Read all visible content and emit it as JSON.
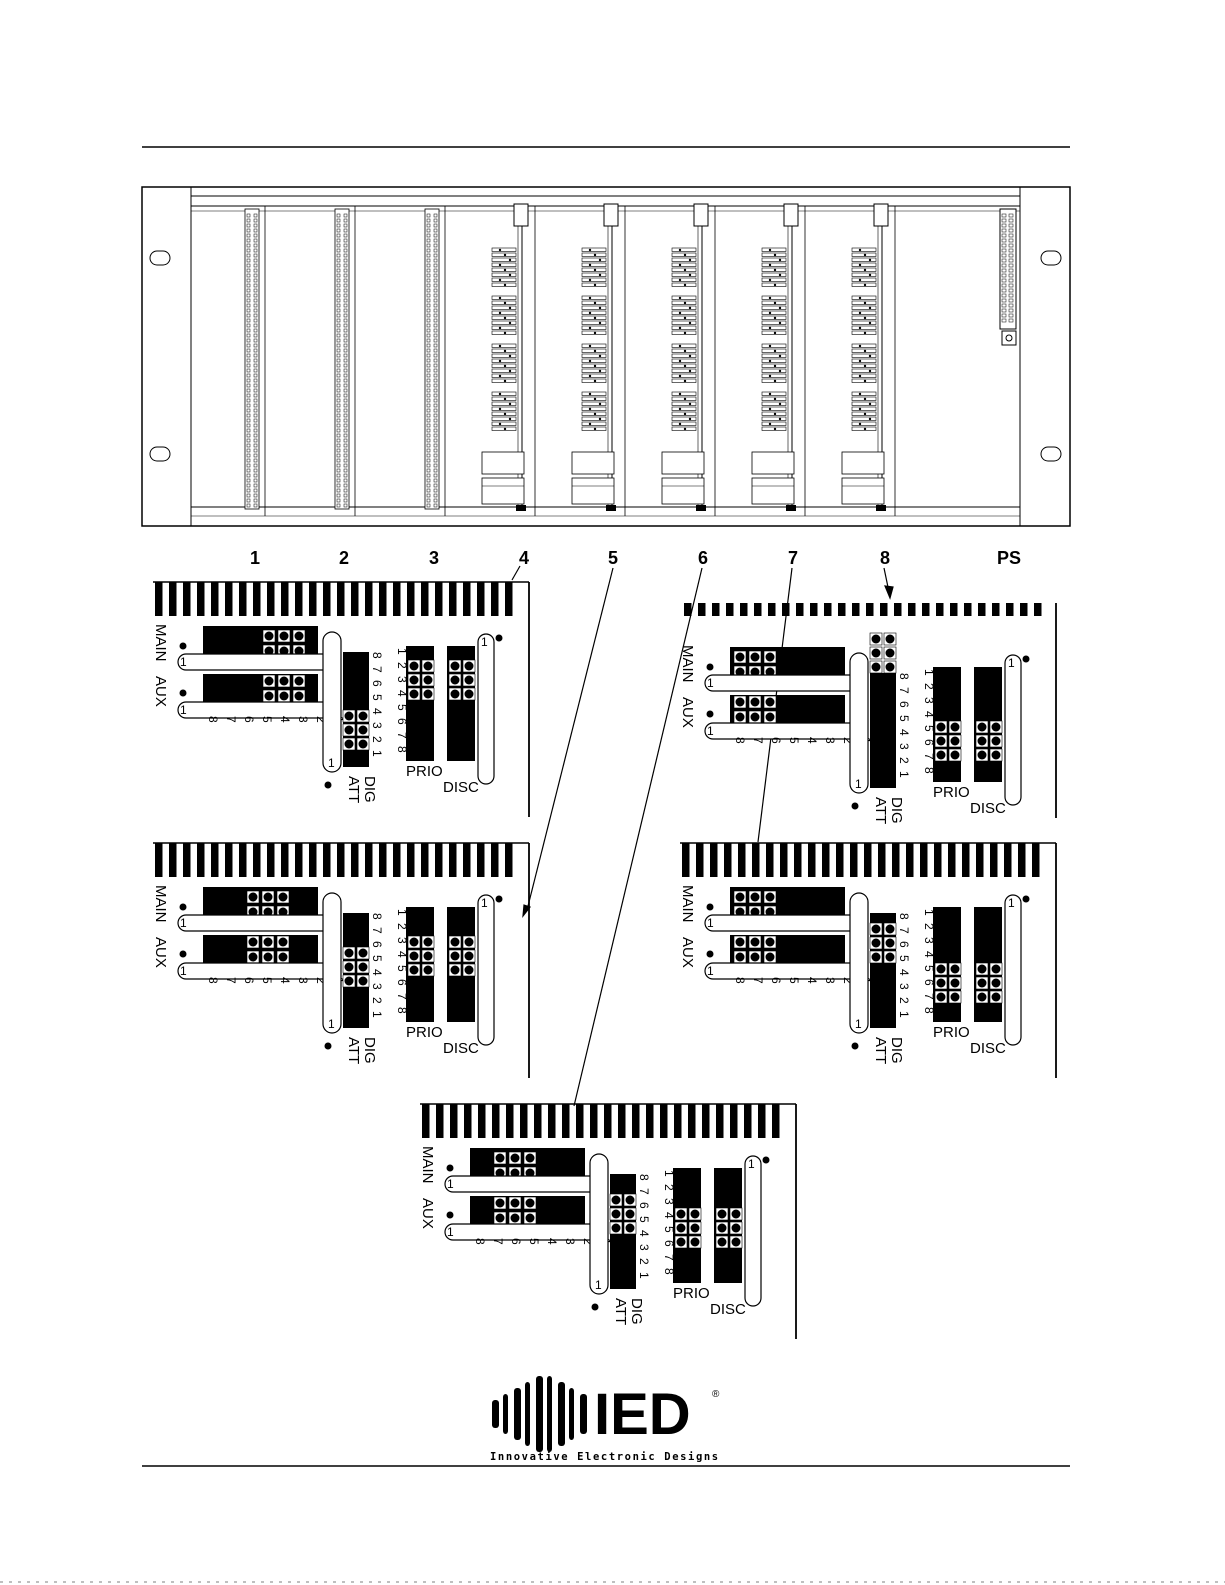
{
  "slots": {
    "labels": [
      "1",
      "2",
      "3",
      "4",
      "5",
      "6",
      "7",
      "8",
      "PS"
    ]
  },
  "card_labels": {
    "main": "MAIN",
    "aux": "AUX",
    "dig": "DIG",
    "att": "ATT",
    "prio": "PRIO",
    "disc": "DISC",
    "one": "1",
    "digits_asc": [
      "1",
      "2",
      "3",
      "4",
      "5",
      "6",
      "7",
      "8"
    ],
    "digits_desc": [
      "8",
      "7",
      "6",
      "5",
      "4",
      "3",
      "2",
      "1"
    ]
  },
  "logo": {
    "mark": "IED",
    "registered": "®",
    "tagline": "Innovative Electronic Designs"
  },
  "colors": {
    "ink": "#000000",
    "paper": "#ffffff"
  }
}
